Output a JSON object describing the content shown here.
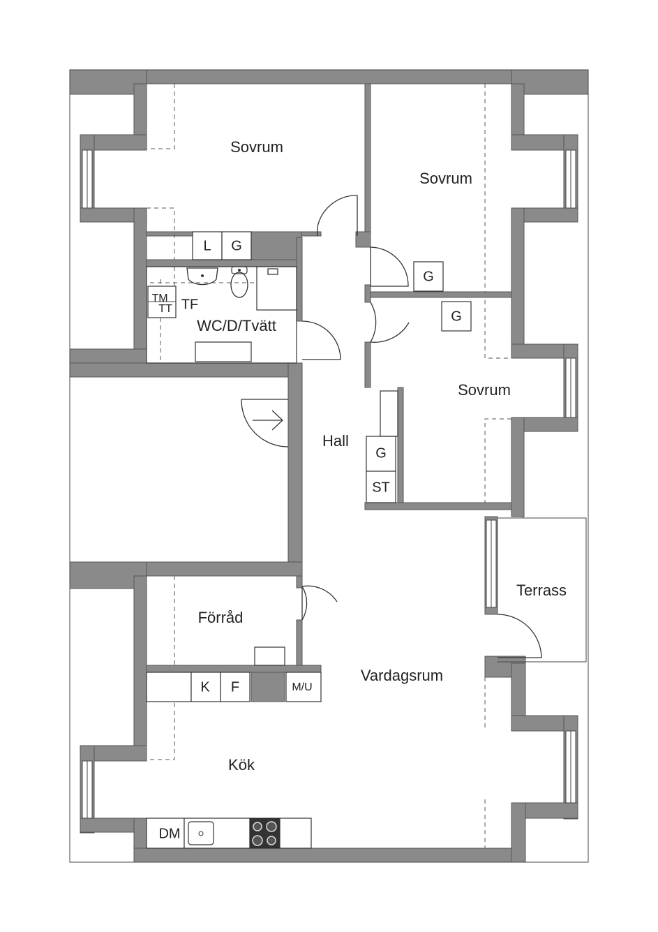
{
  "rooms": {
    "sovrum_1": "Sovrum",
    "sovrum_2": "Sovrum",
    "sovrum_3": "Sovrum",
    "wc": "WC/D/Tvätt",
    "hall": "Hall",
    "terrass": "Terrass",
    "forrad": "Förråd",
    "vardagsrum": "Vardagsrum",
    "kok": "Kök"
  },
  "fixtures": {
    "linen": "L",
    "wardrobe_1": "G",
    "wardrobe_2": "G",
    "wardrobe_3": "G",
    "wardrobe_hall": "G",
    "storage_hall": "ST",
    "tm": "TM",
    "tt": "TT",
    "tf": "TF",
    "fridge": "K",
    "freezer": "F",
    "microwave_oven": "M/U",
    "dishwasher": "DM"
  },
  "colors": {
    "wall": "#8a8a8a",
    "background": "#ffffff"
  }
}
